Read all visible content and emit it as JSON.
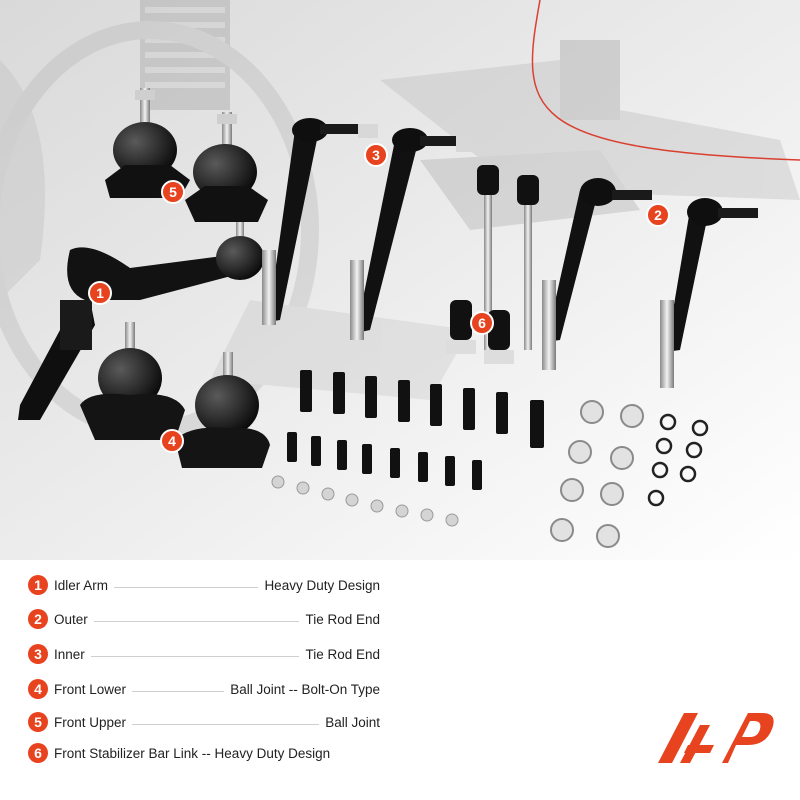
{
  "accent_color": "#e8431f",
  "legend": [
    {
      "num": "1",
      "left": "Idler Arm",
      "right": "Heavy Duty Design"
    },
    {
      "num": "2",
      "left": "Outer",
      "right": "Tie Rod End"
    },
    {
      "num": "3",
      "left": "Inner",
      "right": "Tie Rod End"
    },
    {
      "num": "4",
      "left": "Front Lower",
      "right": "Ball Joint -- Bolt-On Type"
    },
    {
      "num": "5",
      "left": "Front Upper",
      "right": "Ball Joint"
    },
    {
      "num": "6",
      "left": "Front  Stabilizer Bar Link -- Heavy Duty Design",
      "right": ""
    }
  ],
  "callouts": [
    "1",
    "2",
    "3",
    "4",
    "5",
    "6"
  ],
  "logo_icon": "a-premium-logo"
}
